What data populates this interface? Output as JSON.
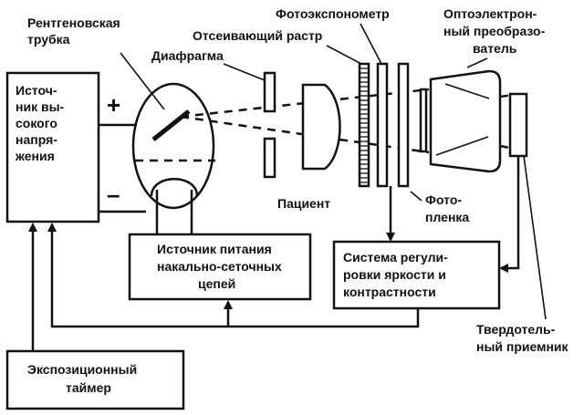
{
  "labels": {
    "xray_tube": [
      "Рентгеновская",
      "трубка"
    ],
    "high_voltage_source": [
      "Источ-",
      "ник  вы-",
      "сокого",
      "напря-",
      "жения"
    ],
    "plus_sign": "+",
    "minus_sign": "–",
    "diaphragm": "Диафрагма",
    "grid": "Отсеивающий растр",
    "phototimer": "Фотоэкспонометр",
    "optoelectronic_converter": [
      "Оптоэлектрон-",
      "ный преобразо-",
      "ватель"
    ],
    "patient": "Пациент",
    "film": [
      "Фото-",
      "пленка"
    ],
    "filament_power": [
      "Источник питания",
      "накально-сеточных",
      "цепей"
    ],
    "brightness_control": [
      "Система регули-",
      "ровки яркости и",
      "контрастности"
    ],
    "solid_state_receiver": [
      "Твердотель-",
      "ный приемник"
    ],
    "exposure_timer": [
      "Экспозиционный",
      "таймер"
    ]
  }
}
